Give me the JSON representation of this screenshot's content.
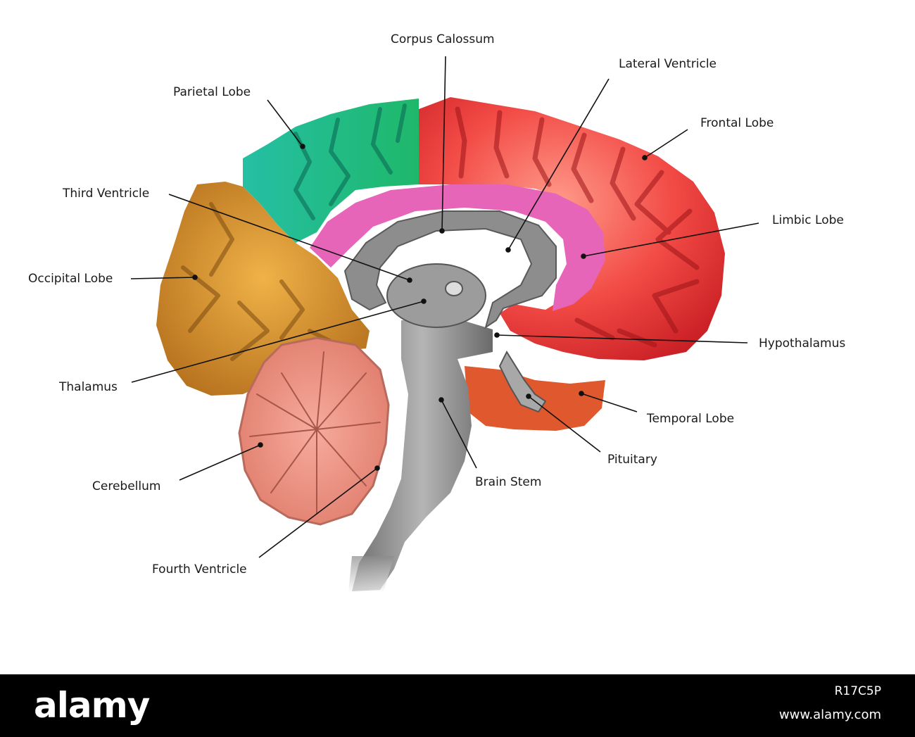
{
  "diagram": {
    "labels": {
      "corpus_calossum": "Corpus Calossum",
      "lateral_ventricle": "Lateral Ventricle",
      "parietal_lobe": "Parietal Lobe",
      "frontal_lobe": "Frontal Lobe",
      "third_ventricle": "Third Ventricle",
      "limbic_lobe": "Limbic Lobe",
      "occipital_lobe": "Occipital Lobe",
      "hypothalamus": "Hypothalamus",
      "thalamus": "Thalamus",
      "temporal_lobe": "Temporal Lobe",
      "pituitary": "Pituitary",
      "cerebellum": "Cerebellum",
      "brain_stem": "Brain Stem",
      "fourth_ventricle": "Fourth Ventricle"
    },
    "colors": {
      "frontal_lobe": "#f2403f",
      "parietal_lobe": "#1fb990",
      "occipital_lobe": "#d9932f",
      "limbic_lobe": "#e65fb4",
      "temporal_lobe": "#e0582e",
      "cerebellum": "#f09a88",
      "brain_stem": "#8a8a8a",
      "leader_lines": "#111111"
    }
  },
  "watermark": {
    "logo": "alamy",
    "image_id": "R17C5P",
    "site": "www.alamy.com"
  }
}
